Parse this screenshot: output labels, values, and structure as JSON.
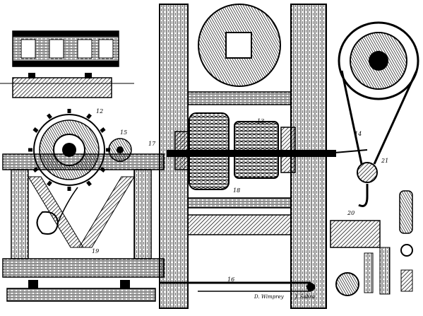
{
  "plate": {
    "subject": "engraved-machinery-plate",
    "ink_color": "#000000",
    "paper_color": "#ffffff"
  },
  "labels": {
    "fig12": "12",
    "fig13": "13",
    "fig14": "14",
    "fig15": "15",
    "fig16": "16",
    "fig17": "17",
    "fig18": "18",
    "fig19": "19",
    "fig20": "20",
    "fig21": "21"
  },
  "signature": {
    "left": "D. Wimprey",
    "right": "J. Sabra"
  }
}
